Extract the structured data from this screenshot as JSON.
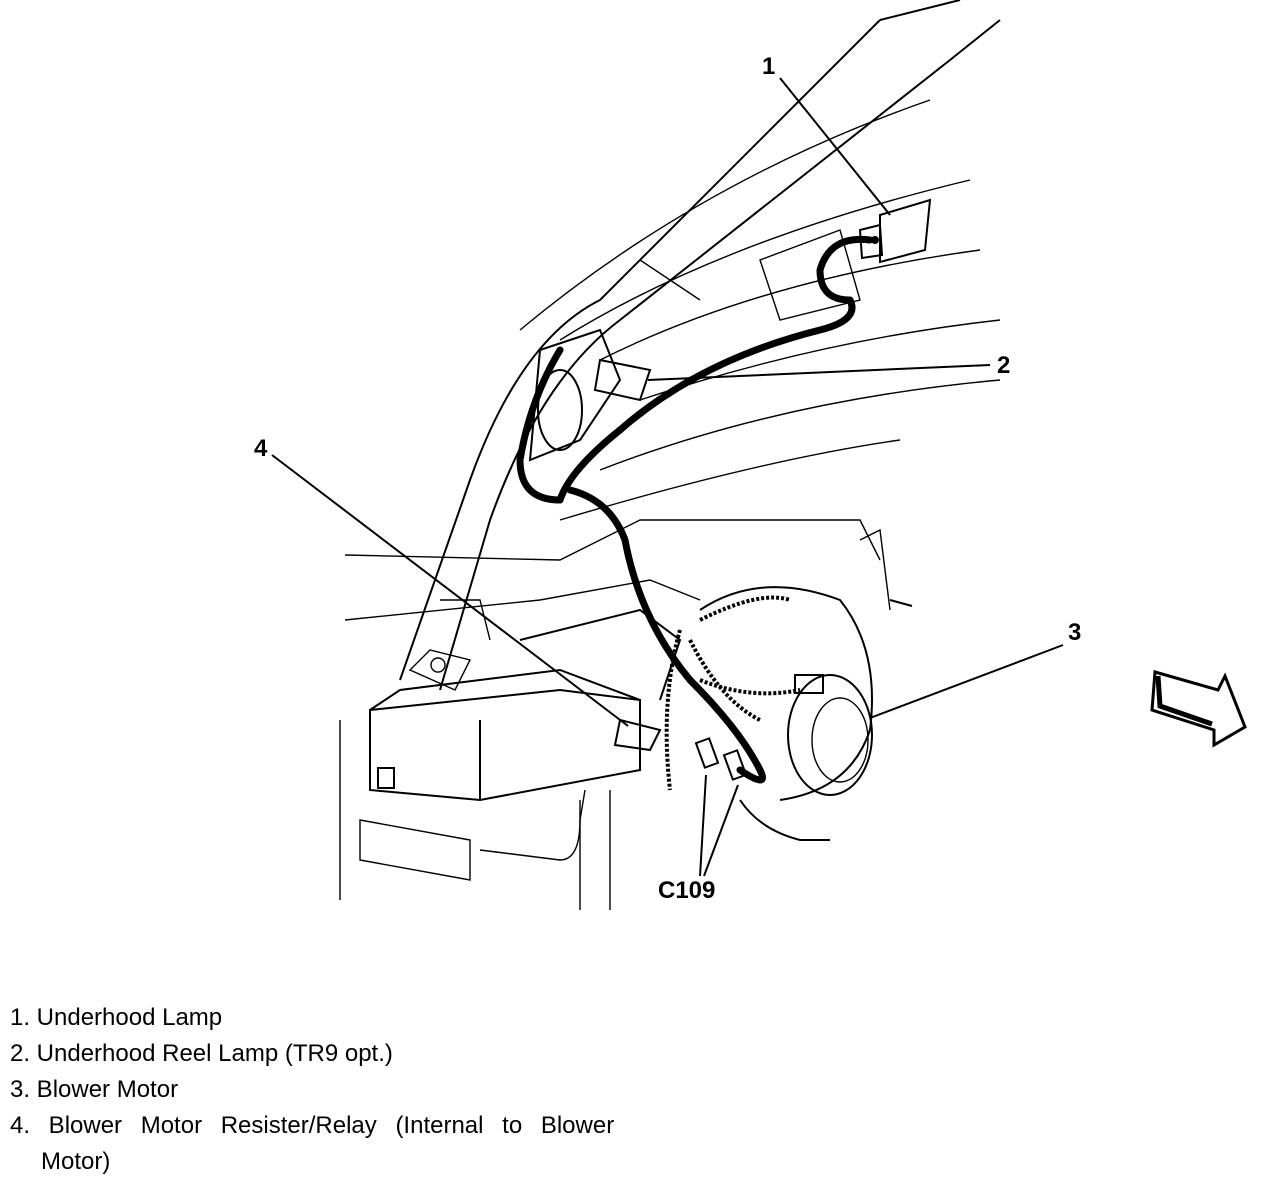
{
  "callouts": {
    "c1": "1",
    "c2": "2",
    "c3": "3",
    "c4": "4",
    "connector": "C109"
  },
  "legend": {
    "items": [
      "1. Underhood Lamp",
      "2. Underhood Reel Lamp (TR9 opt.)",
      "3. Blower Motor",
      "4. Blower Motor Resister/Relay (Internal to Blower"
    ],
    "item4_continuation": "Motor)"
  }
}
